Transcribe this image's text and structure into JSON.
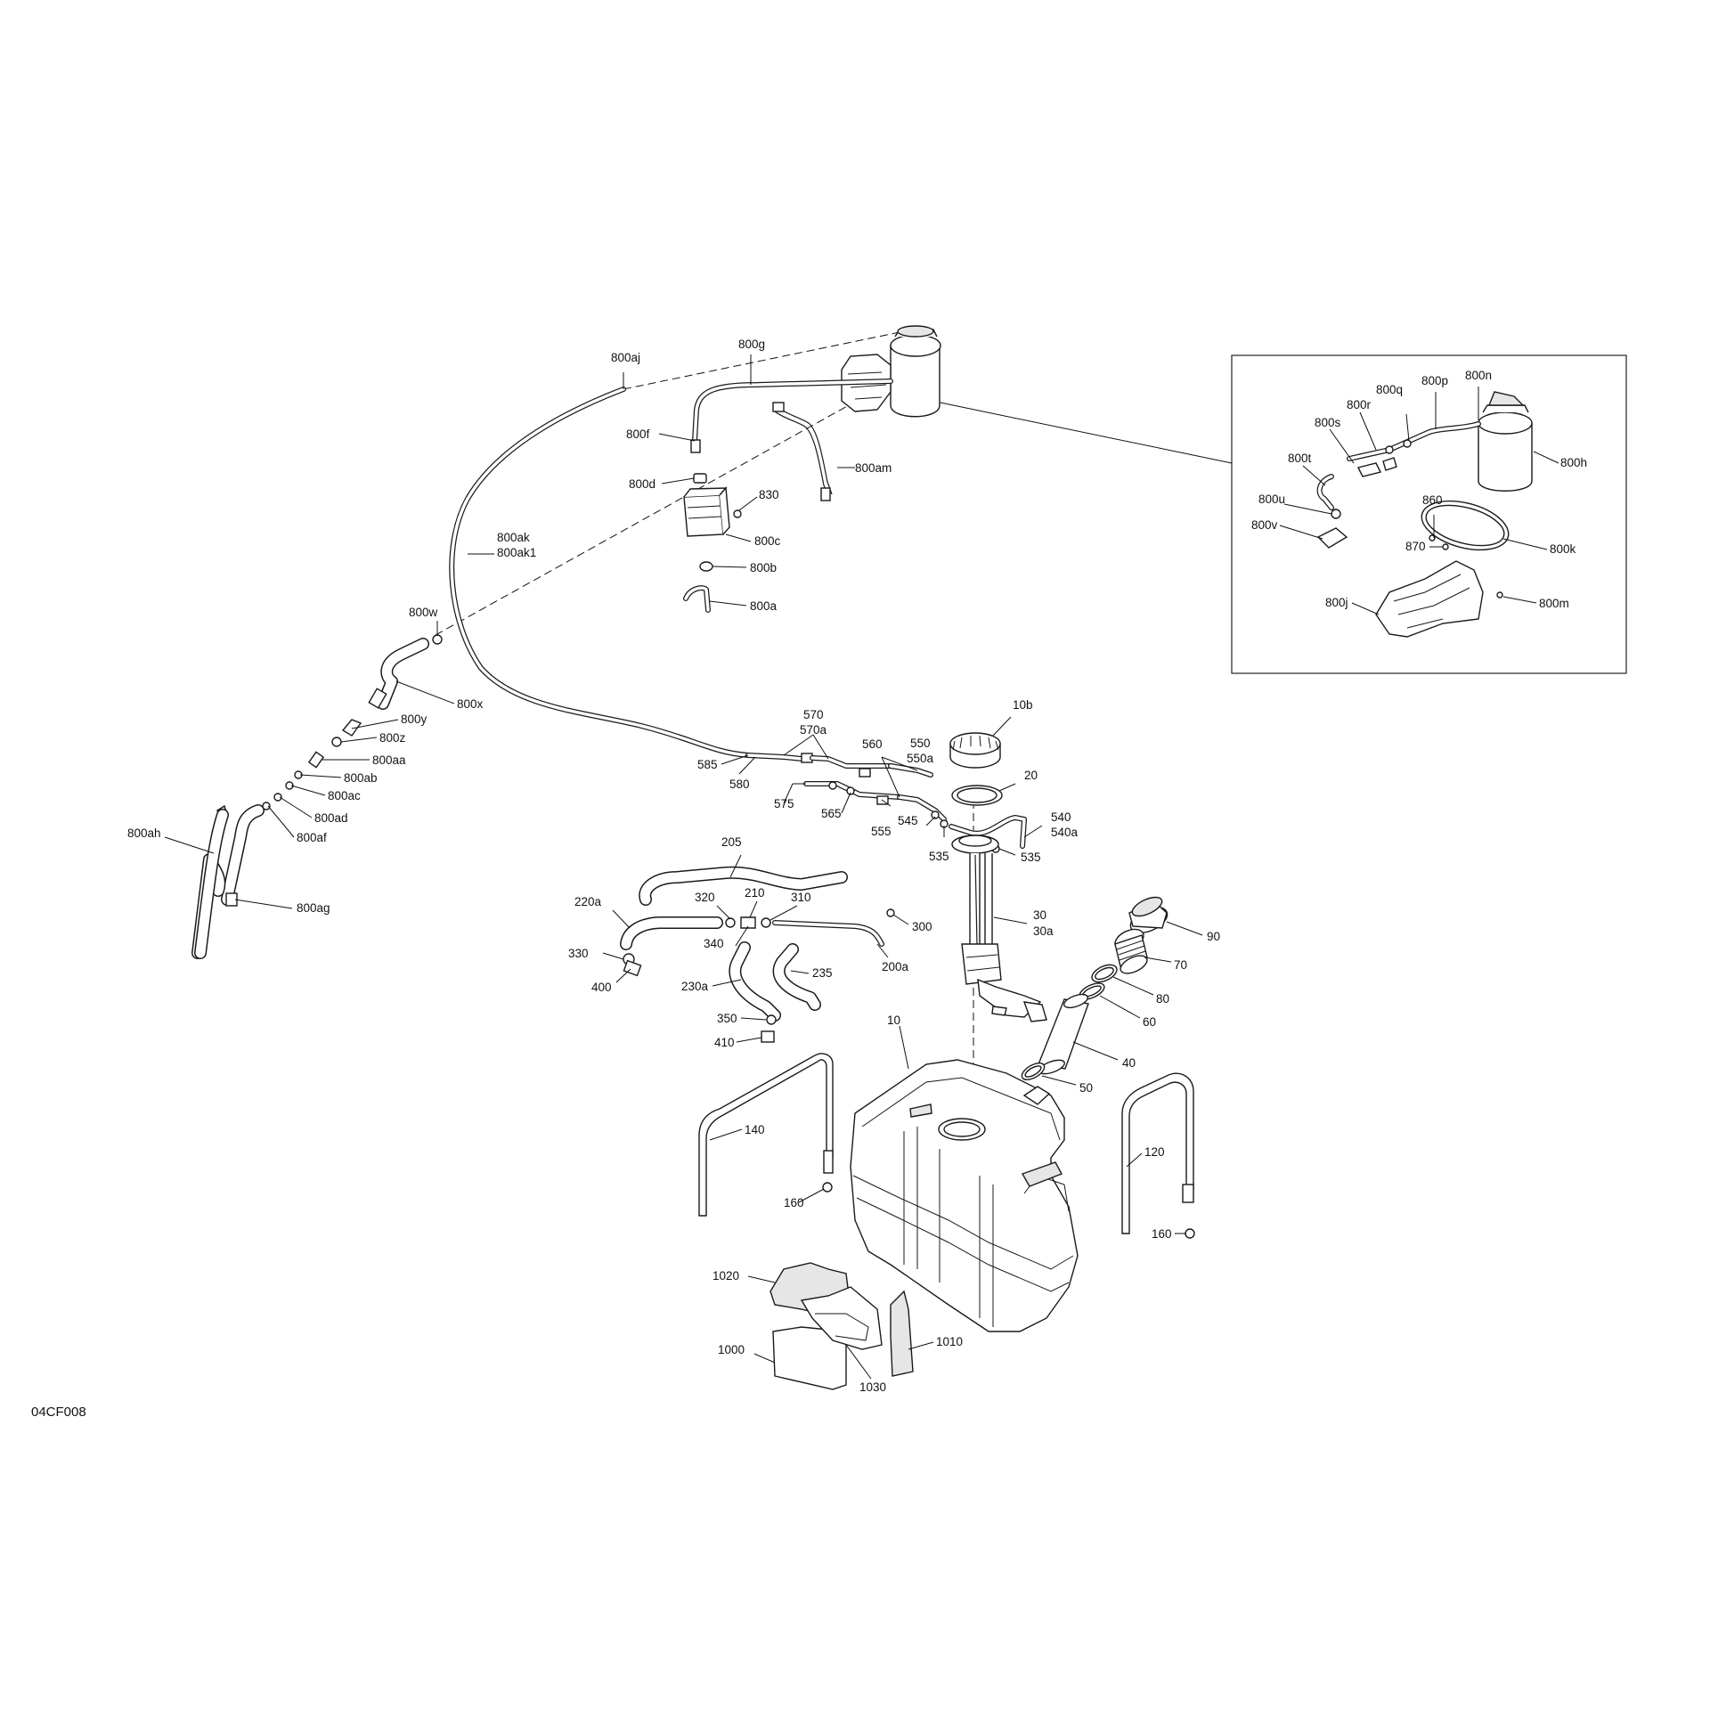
{
  "figure_code": "04CF008",
  "callouts": {
    "c800aj": "800aj",
    "c800g": "800g",
    "c800f": "800f",
    "c800am": "800am",
    "c800d": "800d",
    "c830": "830",
    "c800c": "800c",
    "c800b": "800b",
    "c800a": "800a",
    "c800ak": "800ak",
    "c800ak1": "800ak1",
    "c800w": "800w",
    "c800x": "800x",
    "c800y": "800y",
    "c800z": "800z",
    "c800aa": "800aa",
    "c800ab": "800ab",
    "c800ac": "800ac",
    "c800ad": "800ad",
    "c800af": "800af",
    "c800ah": "800ah",
    "c800ag": "800ag",
    "c570": "570",
    "c570a": "570a",
    "c560": "560",
    "c550": "550",
    "c550a": "550a",
    "c585": "585",
    "c580": "580",
    "c575": "575",
    "c565": "565",
    "c555": "555",
    "c545": "545",
    "c535a": "535",
    "c535b": "535",
    "c540": "540",
    "c540a": "540a",
    "c10b": "10b",
    "c20": "20",
    "c30": "30",
    "c30a": "30a",
    "c205": "205",
    "c220a": "220a",
    "c320": "320",
    "c210": "210",
    "c310": "310",
    "c300": "300",
    "c340": "340",
    "c200a": "200a",
    "c330": "330",
    "c400": "400",
    "c230a": "230a",
    "c235": "235",
    "c350": "350",
    "c410": "410",
    "c90": "90",
    "c70": "70",
    "c80": "80",
    "c60": "60",
    "c40": "40",
    "c50": "50",
    "c10": "10",
    "c140": "140",
    "c160a": "160",
    "c120": "120",
    "c160b": "160",
    "c1020": "1020",
    "c1000": "1000",
    "c1030": "1030",
    "c1010": "1010",
    "c800q": "800q",
    "c800p": "800p",
    "c800n": "800n",
    "c800r": "800r",
    "c800s": "800s",
    "c800h": "800h",
    "c800t": "800t",
    "c800u": "800u",
    "c860": "860",
    "c800v": "800v",
    "c870": "870",
    "c800k": "800k",
    "c800j": "800j",
    "c800m": "800m"
  }
}
